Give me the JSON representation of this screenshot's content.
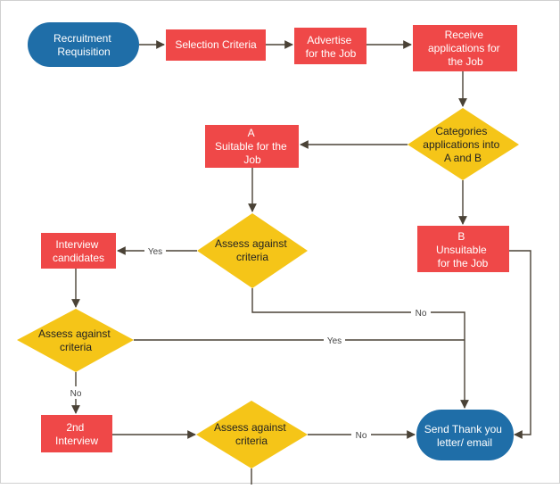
{
  "colors": {
    "terminal": "#1f6ea8",
    "process": "#ef4848",
    "decision": "#f5c518",
    "connector": "#4a4236",
    "text_light": "#ffffff",
    "text_dark": "#222222"
  },
  "nodes": {
    "recruitment_requisition": [
      "Recruitment",
      "Requisition"
    ],
    "selection_criteria": [
      "Selection Criteria"
    ],
    "advertise_job": [
      "Advertise",
      "for the Job"
    ],
    "receive_applications": [
      "Receive",
      "applications for",
      "the Job"
    ],
    "categorise_applications": [
      "Categories",
      "applications into",
      "A and B"
    ],
    "suitable_a": [
      "A",
      "Suitable for the",
      "Job"
    ],
    "unsuitable_b": [
      "B",
      "Unsuitable",
      "for the Job"
    ],
    "assess_criteria_1": [
      "Assess against",
      "criteria"
    ],
    "interview_candidates": [
      "Interview",
      "candidates"
    ],
    "assess_criteria_2": [
      "Assess against",
      "criteria"
    ],
    "second_interview": [
      "2nd",
      "Interview"
    ],
    "assess_criteria_3": [
      "Assess against",
      "criteria"
    ],
    "send_thank_you": [
      "Send Thank you",
      "letter/ email"
    ]
  },
  "edge_labels": {
    "yes_interview": "Yes",
    "no_assess1": "No",
    "yes_assess2": "Yes",
    "no_assess2": "No",
    "no_assess3": "No"
  }
}
